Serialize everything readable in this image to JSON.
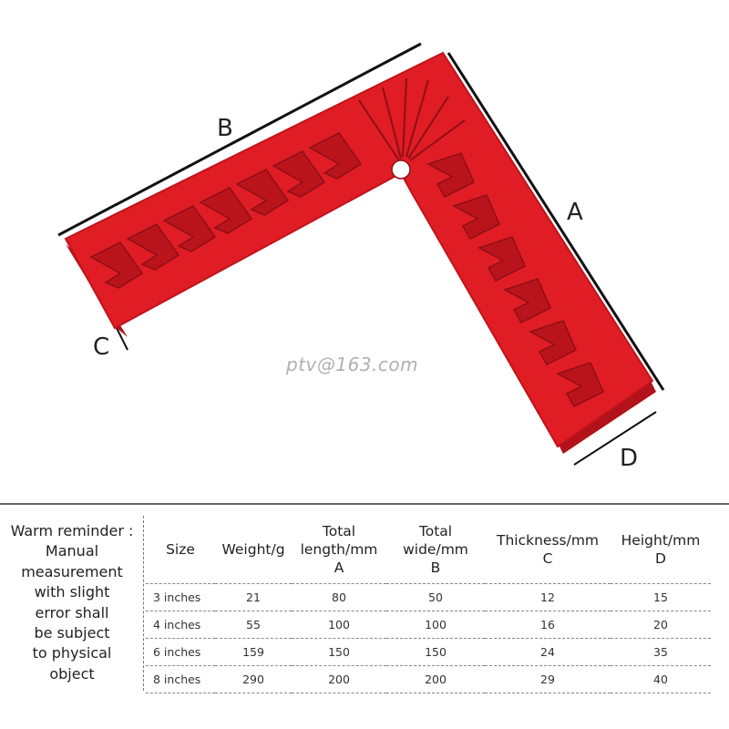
{
  "dimension_labels": {
    "a": "A",
    "b": "B",
    "c": "C",
    "d": "D"
  },
  "watermark": "ptv@163.com",
  "product_color": "#e01c24",
  "reminder": {
    "text": "Warm reminder :\nManual\nmeasurement\nwith slight\nerror shall\nbe subject\nto physical\nobject"
  },
  "table": {
    "headers": {
      "size": "Size",
      "weight": "Weight/g",
      "length": {
        "line1": "Total",
        "line2": "length/mm",
        "letter": "A"
      },
      "wide": {
        "line1": "Total",
        "line2": "wide/mm",
        "letter": "B"
      },
      "thickness": {
        "line1": "Thickness/mm",
        "letter": "C"
      },
      "height": {
        "line1": "Height/mm",
        "letter": "D"
      }
    },
    "rows": [
      {
        "size": "3 inches",
        "weight": "21",
        "length": "80",
        "wide": "50",
        "thickness": "12",
        "height": "15"
      },
      {
        "size": "4 inches",
        "weight": "55",
        "length": "100",
        "wide": "100",
        "thickness": "16",
        "height": "20"
      },
      {
        "size": "6 inches",
        "weight": "159",
        "length": "150",
        "wide": "150",
        "thickness": "24",
        "height": "35"
      },
      {
        "size": "8 inches",
        "weight": "290",
        "length": "200",
        "wide": "200",
        "thickness": "29",
        "height": "40"
      }
    ]
  }
}
